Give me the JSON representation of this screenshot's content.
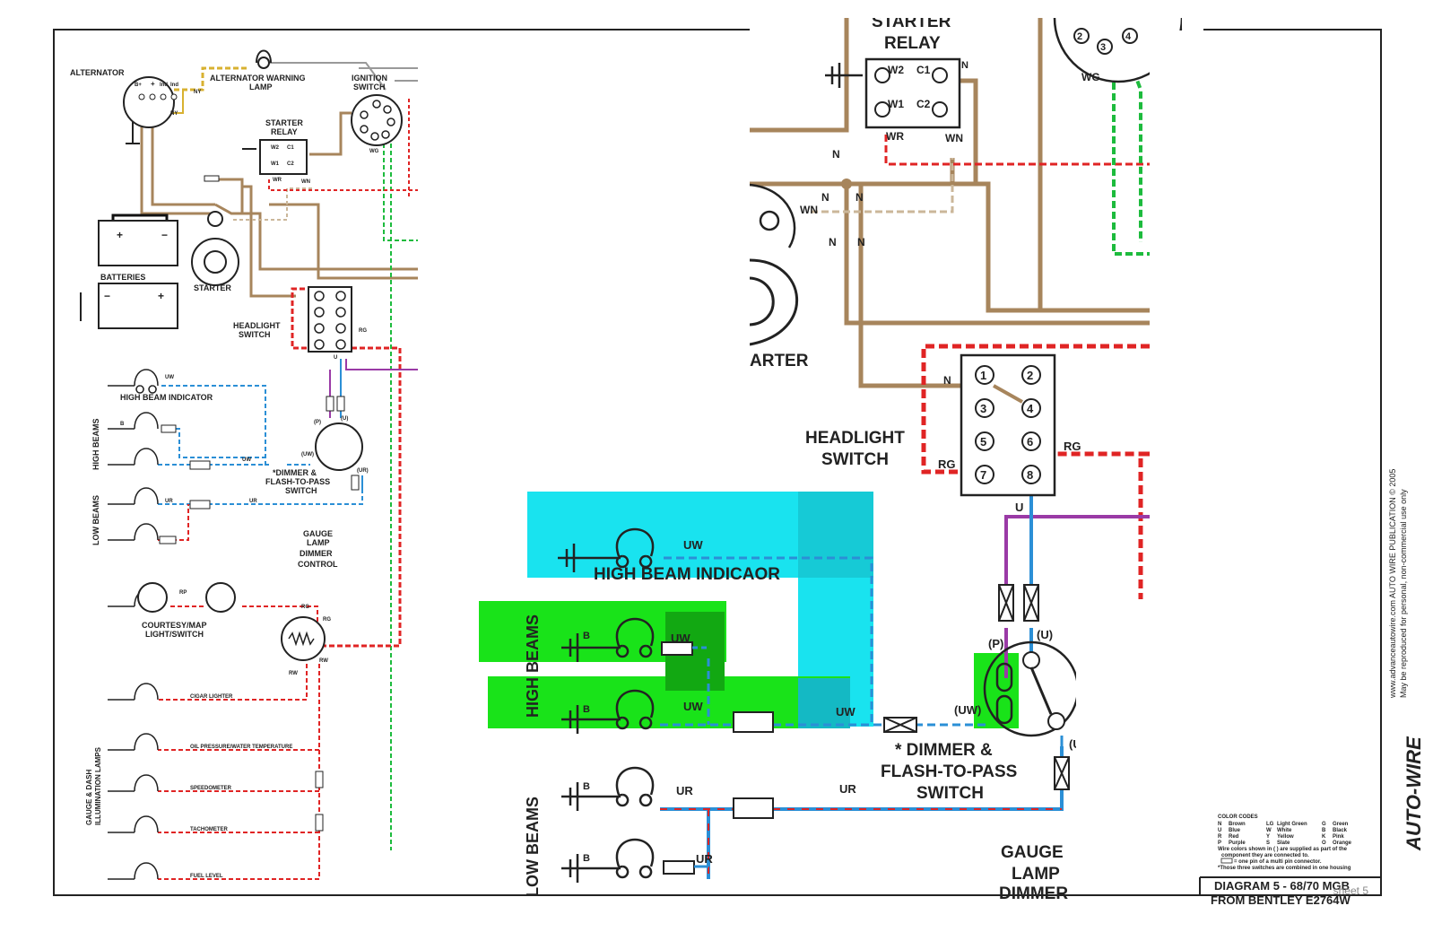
{
  "left_diagram": {
    "alternator": "ALTERNATOR",
    "alt_pins": [
      "B+",
      "+",
      "Ind",
      "Ind"
    ],
    "alt_wire_ny": "NY",
    "alt_warning_lamp": [
      "ALTERNATOR WARNING",
      "LAMP"
    ],
    "ignition_switch": [
      "IGNITION",
      "SWITCH"
    ],
    "starter_relay": [
      "STARTER",
      "RELAY"
    ],
    "relay_pins": [
      "W2",
      "C1",
      "W1",
      "C2"
    ],
    "batteries": "BATTERIES",
    "starter": "STARTER",
    "headlight_switch": [
      "HEADLIGHT",
      "SWITCH"
    ],
    "high_beam_indicator": "HIGH BEAM INDICATOR",
    "high_beams": "HIGH BEAMS",
    "low_beams": "LOW BEAMS",
    "dimmer": [
      "*DIMMER &",
      "FLASH-TO-PASS",
      "SWITCH"
    ],
    "gauge_lamp": [
      "GAUGE",
      "LAMP",
      "DIMMER",
      "CONTROL"
    ],
    "courtesy": [
      "COURTESY/MAP",
      "LIGHT/SWITCH"
    ],
    "illumination": [
      "GAUGE  & DASH",
      "ILLUMINATION LAMPS"
    ],
    "lamps": [
      "CIGAR LIGHTER",
      "OIL PRESSURE/WATER TEMPERATURE",
      "SPEEDOMETER",
      "TACHOMETER",
      "FUEL LEVEL"
    ],
    "wire_codes": [
      "N",
      "W",
      "WG",
      "WR",
      "WN",
      "RG",
      "U",
      "UW",
      "UR",
      "B",
      "RP",
      "RW",
      "(P)",
      "(U)",
      "(UW)",
      "(UR)"
    ]
  },
  "right_zoom": {
    "starter_relay": [
      "STARTER",
      "RELAY"
    ],
    "relay_pins": [
      "W2",
      "C1",
      "W1",
      "C2"
    ],
    "relay_wires": [
      "WR",
      "WN",
      "N"
    ],
    "wg": "WG",
    "ignition_pins": [
      "2",
      "3",
      "4"
    ],
    "starter_partial": "ARTER",
    "headlight_switch": [
      "HEADLIGHT",
      "SWITCH"
    ],
    "switch_pins": [
      "1",
      "2",
      "3",
      "4",
      "5",
      "6",
      "7",
      "8"
    ],
    "rg": "RG",
    "u": "U",
    "high_beam_indicator": "HIGH BEAM INDICAOR",
    "high_beams": "HIGH BEAMS",
    "low_beams": "LOW BEAMS",
    "dimmer": [
      "* DIMMER &",
      "FLASH-TO-PASS",
      "SWITCH"
    ],
    "gauge_lamp": [
      "GAUGE",
      "LAMP",
      "DIMMER"
    ],
    "wire_labels": [
      "UW",
      "UW",
      "UW",
      "(UW)",
      "UR",
      "UR",
      "UR",
      "(UR)",
      "B",
      "(P)",
      "(U)"
    ]
  },
  "legend": {
    "title": "COLOR CODES",
    "rows": [
      [
        "N",
        "Brown",
        "LG",
        "Light Green",
        "G",
        "Green"
      ],
      [
        "U",
        "Blue",
        "W",
        "White",
        "B",
        "Black"
      ],
      [
        "R",
        "Red",
        "Y",
        "Yellow",
        "K",
        "Pink"
      ],
      [
        "P",
        "Purple",
        "S",
        "Slate",
        "O",
        "Orange"
      ]
    ],
    "notes": [
      "Wire colors shown in ( ) are supplied as part of the",
      "component they are connected to.",
      "= one pin of a multi pin connector.",
      "*Those three switches are combined in one housing"
    ]
  },
  "title_box": [
    "DIAGRAM 5 - 68/70 MGB",
    "FROM BENTLEY E2764W"
  ],
  "sheet": "sheet 5",
  "side_text": [
    "www.advanceautowire.com     AUTO WIRE PUBLICATION  © 2005",
    "May be reproduced for personal, non-commercial use only"
  ],
  "brand": "AUTO-WIRE",
  "colors": {
    "brown": "#a7855c",
    "red": "#e02424",
    "green": "#1dbb3d",
    "blue": "#2b8fd6",
    "purple": "#9a3aa6",
    "highlight_cyan": "#19e3ef",
    "highlight_green": "#19e319"
  }
}
